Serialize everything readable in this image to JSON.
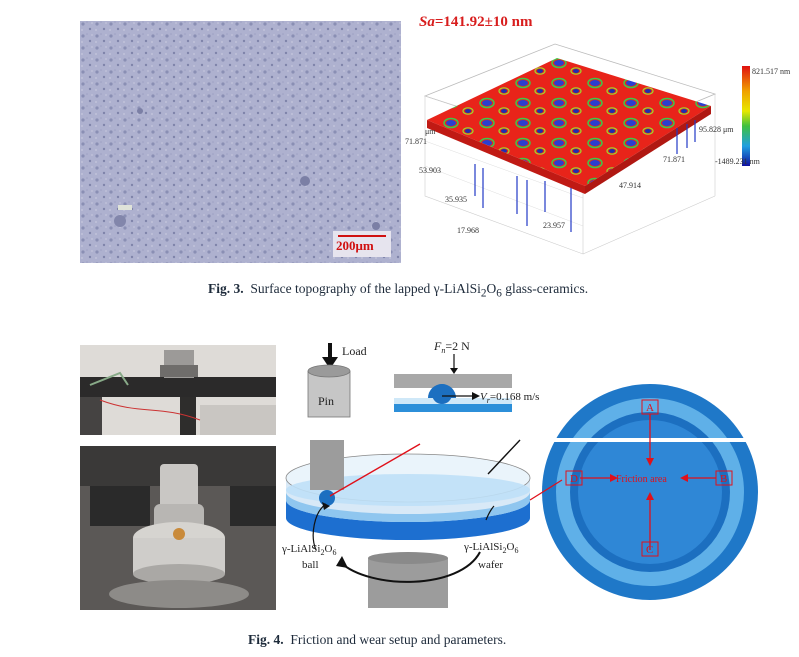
{
  "fig3": {
    "sa_label": "Sa",
    "sa_value": "=141.92±10 nm",
    "scale_bar": "200μm",
    "topo": {
      "legend_max": "821.517 nm",
      "legend_min": "-1489.231 nm",
      "y_ticks": [
        "71.871",
        "53.903",
        "35.935",
        "17.968"
      ],
      "x_ticks": [
        "23.957",
        "47.914",
        "71.871",
        "95.828 μm"
      ],
      "y_unit": "μm"
    },
    "caption_label": "Fig. 3.",
    "caption_pre": "Surface topography of the lapped γ-LiAlSi",
    "caption_sub1": "2",
    "caption_mid": "O",
    "caption_sub2": "6",
    "caption_post": " glass-ceramics."
  },
  "fig4": {
    "pin_label": "Pin",
    "load_label": "Load",
    "fn_label": "F",
    "fn_sub": "n",
    "fn_value": "=2 N",
    "vr_label": "V",
    "vr_sub": "r",
    "vr_value": "=0.168 m/s",
    "ball_label_pre": "γ-LiAlSi",
    "ball_label_sub1": "2",
    "ball_label_mid": "O",
    "ball_label_sub2": "6",
    "ball_label_post": "ball",
    "wafer_label_pre": "γ-LiAlSi",
    "wafer_label_sub1": "2",
    "wafer_label_mid": "O",
    "wafer_label_sub2": "6",
    "wafer_label_post": "wafer",
    "point_a": "A",
    "point_b": "B",
    "point_c": "C",
    "point_d": "D",
    "friction_area": "Friction area",
    "caption_label": "Fig. 4.",
    "caption_text": "Friction and wear setup and parameters."
  }
}
